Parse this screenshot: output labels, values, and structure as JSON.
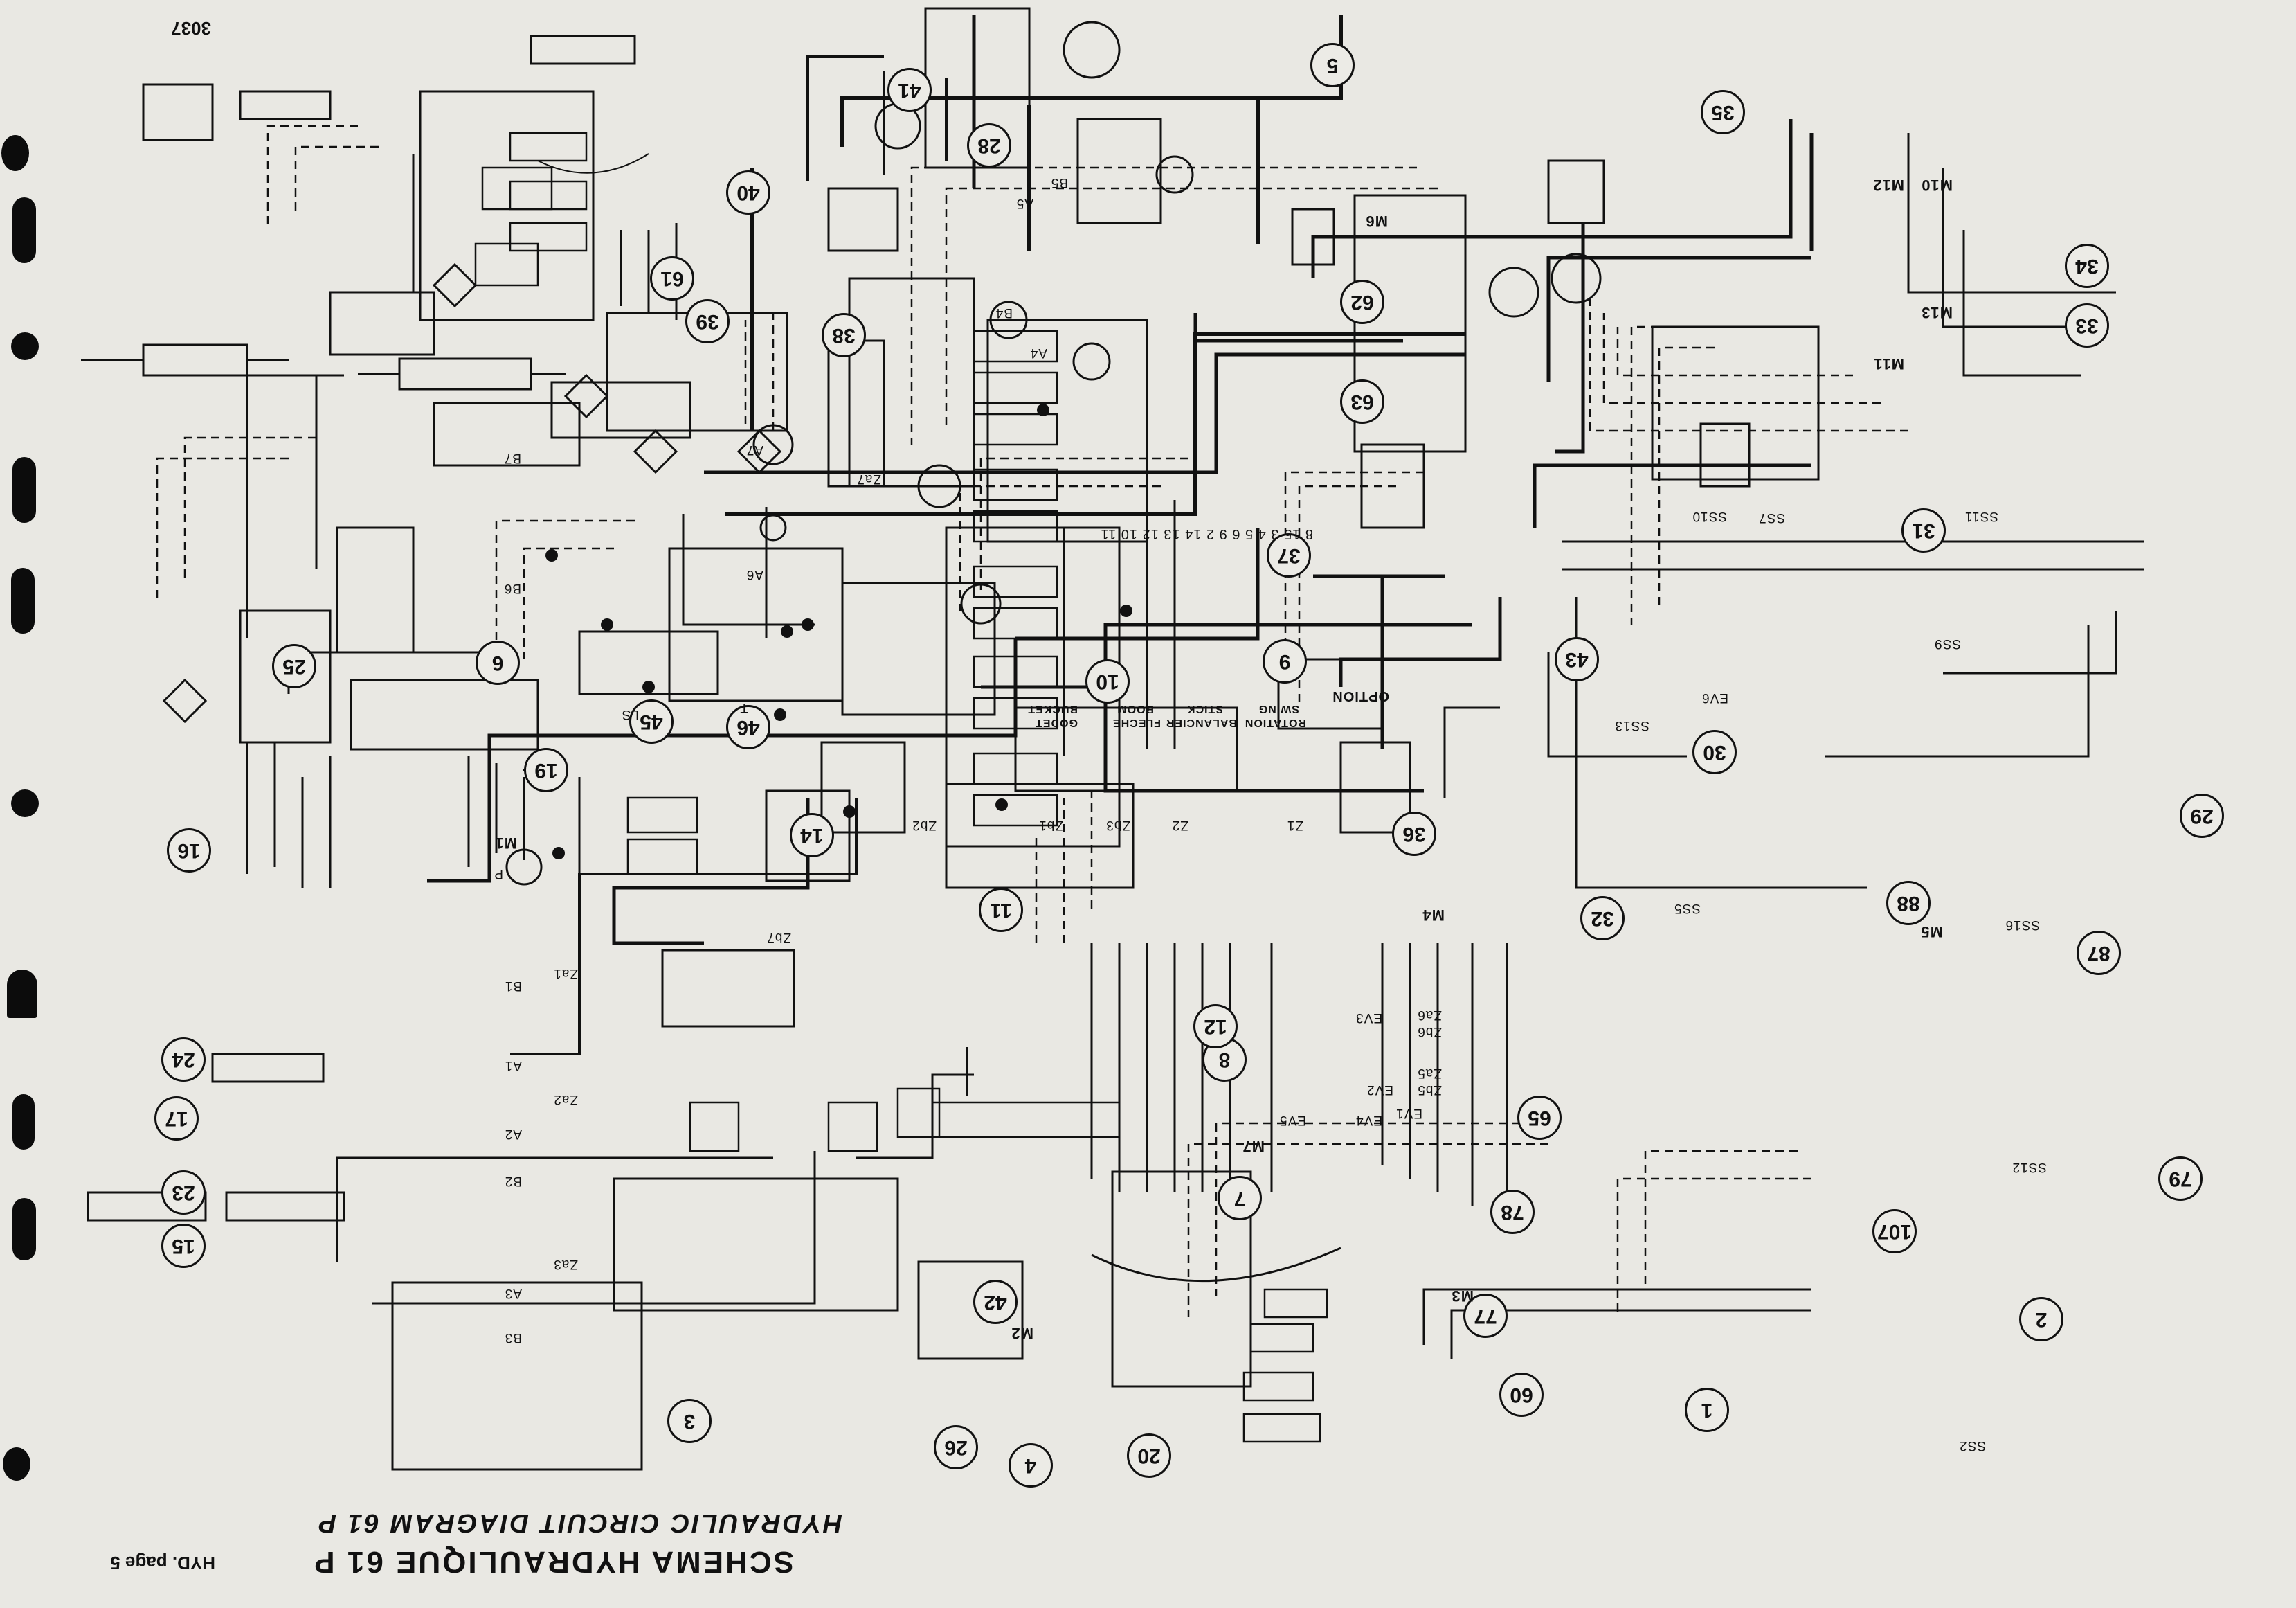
{
  "sheet": {
    "number": "3037",
    "title_fr": "SCHEMA HYDRAULIQUE 61 P",
    "title_en": "HYDRAULIC CIRCUIT DIAGRAM 61 P",
    "page": "HYD. page 5"
  },
  "callouts": [
    "1",
    "2",
    "3",
    "4",
    "5",
    "6",
    "7",
    "8",
    "9",
    "10",
    "11",
    "12",
    "14",
    "15",
    "16",
    "17",
    "19",
    "20",
    "23",
    "24",
    "25",
    "26",
    "28",
    "29",
    "30",
    "31",
    "32",
    "33",
    "34",
    "35",
    "36",
    "37",
    "38",
    "39",
    "40",
    "41",
    "42",
    "43",
    "45",
    "46",
    "60",
    "61",
    "62",
    "63",
    "65",
    "77",
    "78",
    "79",
    "87",
    "88",
    "107"
  ],
  "port_labels": [
    "A1",
    "A2",
    "A3",
    "A4",
    "A5",
    "A6",
    "A7",
    "B1",
    "B2",
    "B3",
    "B4",
    "B5",
    "B6",
    "B7",
    "Za1",
    "Za2",
    "Za3",
    "Za5",
    "Za6",
    "Za7",
    "Zb1",
    "Zb2",
    "Zb3",
    "Zb5",
    "Zb6",
    "Zb7",
    "Z1",
    "Z2",
    "LS",
    "P",
    "T"
  ],
  "measure_points": [
    "M1",
    "M2",
    "M3",
    "M4",
    "M5",
    "M6",
    "M7",
    "M10",
    "M11",
    "M12",
    "M13"
  ],
  "switches": [
    "SS2",
    "SS5",
    "SS7",
    "SS9",
    "SS10",
    "SS11",
    "SS12",
    "SS13",
    "SS16",
    "EV1",
    "EV2",
    "EV3",
    "EV4",
    "EV5",
    "EV6"
  ],
  "control_labels": {
    "rotation": "ROTATION",
    "swing": "SWING",
    "balancier": "BALANCIER",
    "stick": "STICK",
    "fleche": "FLECHE",
    "boom": "BOOM",
    "godet": "GODET",
    "bucket": "BUCKET",
    "option": "OPTION"
  },
  "connector_numbers": "8 15   3 4 5 6   9 2 14 13 12 10 11"
}
